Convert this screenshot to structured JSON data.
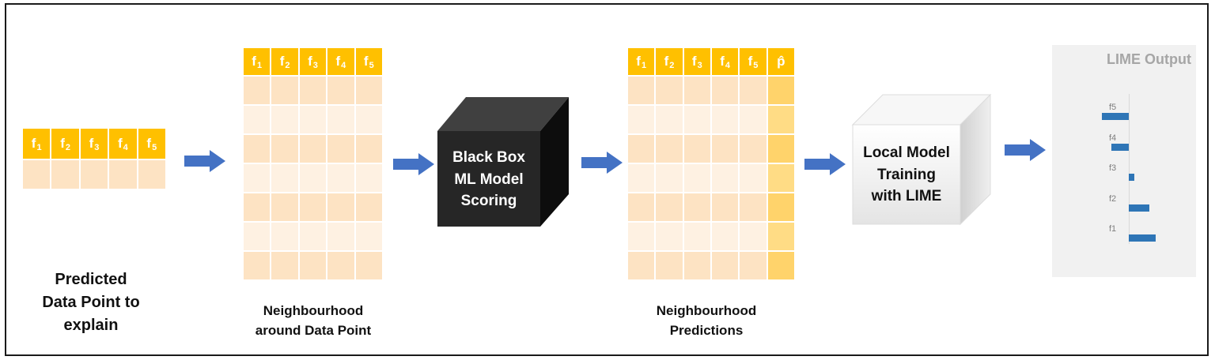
{
  "features": [
    "f1",
    "f2",
    "f3",
    "f4",
    "f5"
  ],
  "prediction_column": "p̂",
  "captions": {
    "data_point": [
      "Predicted",
      "Data Point to",
      "explain"
    ],
    "neighbourhood": [
      "Neighbourhood",
      "around Data Point"
    ],
    "predictions": [
      "Neighbourhood",
      "Predictions"
    ]
  },
  "black_box": [
    "Black Box",
    "ML Model",
    "Scoring"
  ],
  "local_model": [
    "Local Model",
    "Training",
    "with LIME"
  ],
  "lime_output": {
    "title": "LIME Output",
    "chart_data": {
      "type": "bar",
      "orientation": "horizontal",
      "categories": [
        "f5",
        "f4",
        "f3",
        "f2",
        "f1"
      ],
      "values": [
        -1.0,
        -0.65,
        0.2,
        0.75,
        1.0
      ],
      "grid": false
    }
  },
  "colors": {
    "header": "#ffc000",
    "row_dark": "#fde3c3",
    "row_light": "#fef1e2",
    "arrow": "#4472c4",
    "bar": "#2e75b6",
    "black_box": "#262626"
  }
}
